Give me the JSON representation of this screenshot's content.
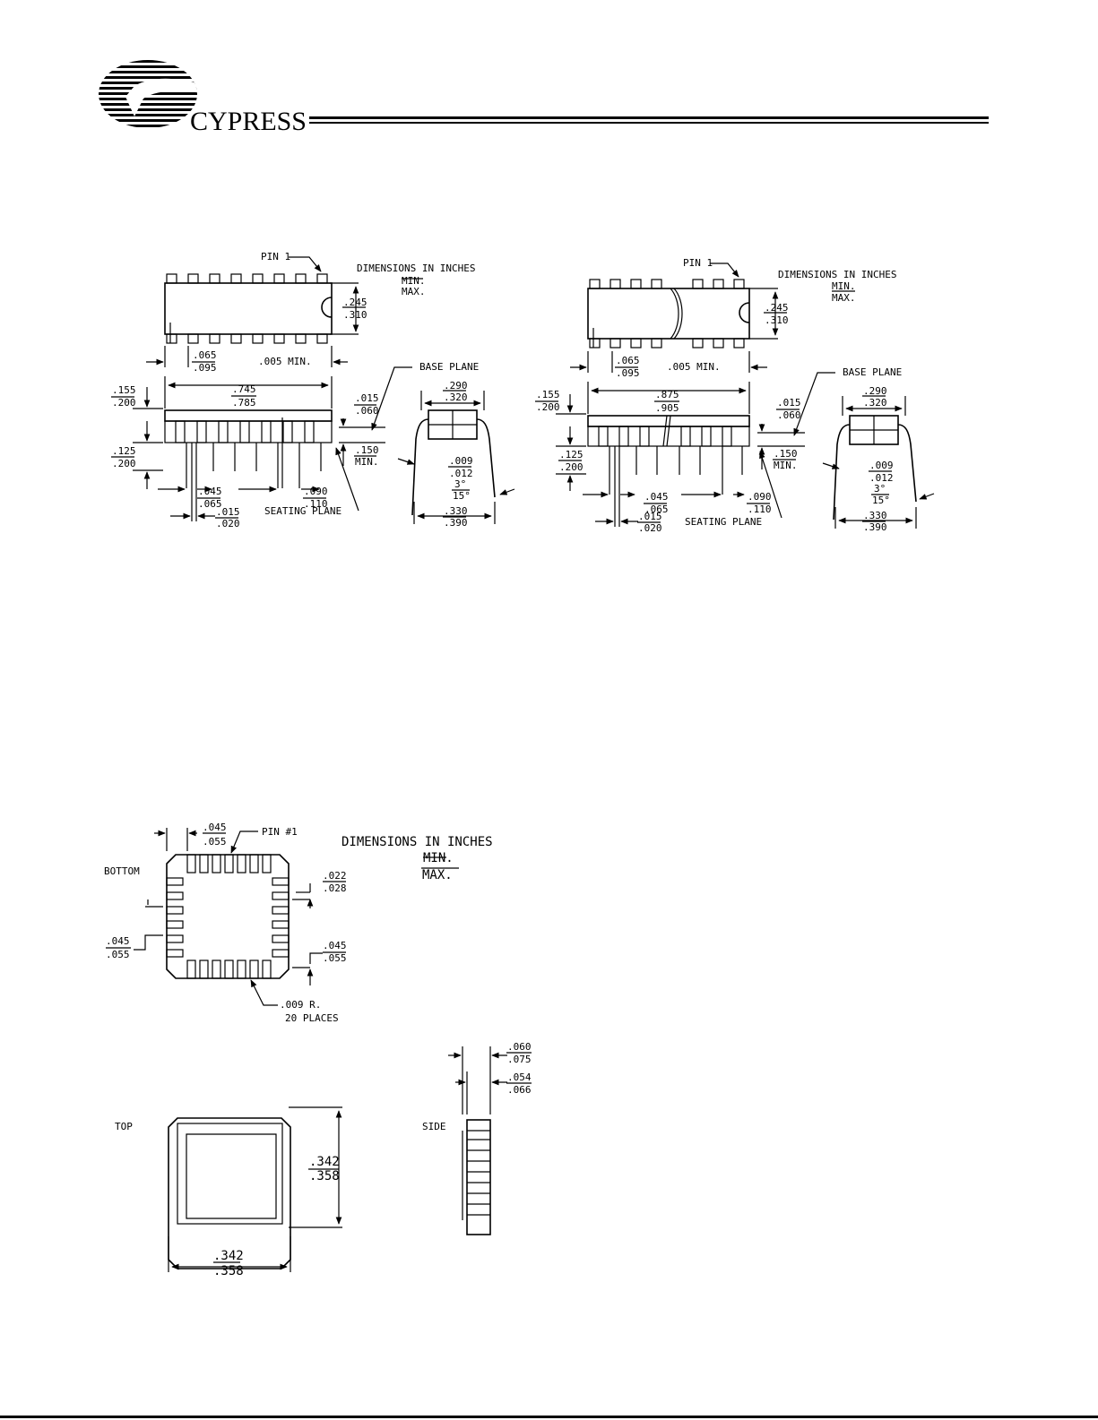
{
  "header": {
    "brand": "CYPRESS"
  },
  "dip1": {
    "pin_label": "PIN 1",
    "dim_title": "DIMENSIONS IN INCHES",
    "dim_min": "MIN.",
    "dim_max": "MAX.",
    "width_min": ".245",
    "width_max": ".310",
    "end_min": ".065",
    "end_max": ".095",
    "gap": ".005 MIN.",
    "len_min": ".745",
    "len_max": ".785",
    "h_min": ".155",
    "h_max": ".200",
    "lead_min": ".125",
    "lead_max": ".200",
    "base_plane": "BASE PLANE",
    "stand_min": ".015",
    "stand_max": ".060",
    "seat_min": ".150",
    "seat_max": "MIN.",
    "pitch_min": ".045",
    "pitch_max": ".065",
    "spacing_min": ".090",
    "spacing_max": ".110",
    "lw_min": ".015",
    "lw_max": ".020",
    "seating_plane": "SEATING PLANE",
    "ew_min": ".290",
    "ew_max": ".320",
    "t_min": ".009",
    "t_max": ".012",
    "ang_min": "3°",
    "ang_max": "15°",
    "span_min": ".330",
    "span_max": ".390"
  },
  "dip2": {
    "pin_label": "PIN 1",
    "dim_title": "DIMENSIONS IN INCHES",
    "dim_min": "MIN.",
    "dim_max": "MAX.",
    "width_min": ".245",
    "width_max": ".310",
    "end_min": ".065",
    "end_max": ".095",
    "gap": ".005 MIN.",
    "len_min": ".875",
    "len_max": ".905",
    "h_min": ".155",
    "h_max": ".200",
    "lead_min": ".125",
    "lead_max": ".200",
    "base_plane": "BASE PLANE",
    "stand_min": ".015",
    "stand_max": ".060",
    "seat_min": ".150",
    "seat_max": "MIN.",
    "pitch_min": ".045",
    "pitch_max": ".065",
    "spacing_min": ".090",
    "spacing_max": ".110",
    "lw_min": ".015",
    "lw_max": ".020",
    "seating_plane": "SEATING PLANE",
    "ew_min": ".290",
    "ew_max": ".320",
    "t_min": ".009",
    "t_max": ".012",
    "ang_min": "3°",
    "ang_max": "15°",
    "span_min": ".330",
    "span_max": ".390"
  },
  "lcc": {
    "pitch_min": ".045",
    "pitch_max": ".055",
    "pin_label": "PIN #1",
    "dim_title": "DIMENSIONS IN INCHES",
    "dim_min": "MIN.",
    "dim_max": "MAX.",
    "bottom": "BOTTOM",
    "pad_min": ".022",
    "pad_max": ".028",
    "left_min": ".045",
    "left_max": ".055",
    "right_min": ".045",
    "right_max": ".055",
    "radius": ".009 R.",
    "places": "20 PLACES",
    "top": "TOP",
    "side": "SIDE",
    "th1_min": ".060",
    "th1_max": ".075",
    "th2_min": ".054",
    "th2_max": ".066",
    "h_min": ".342",
    "h_max": ".358",
    "w_min": ".342",
    "w_max": ".358"
  }
}
